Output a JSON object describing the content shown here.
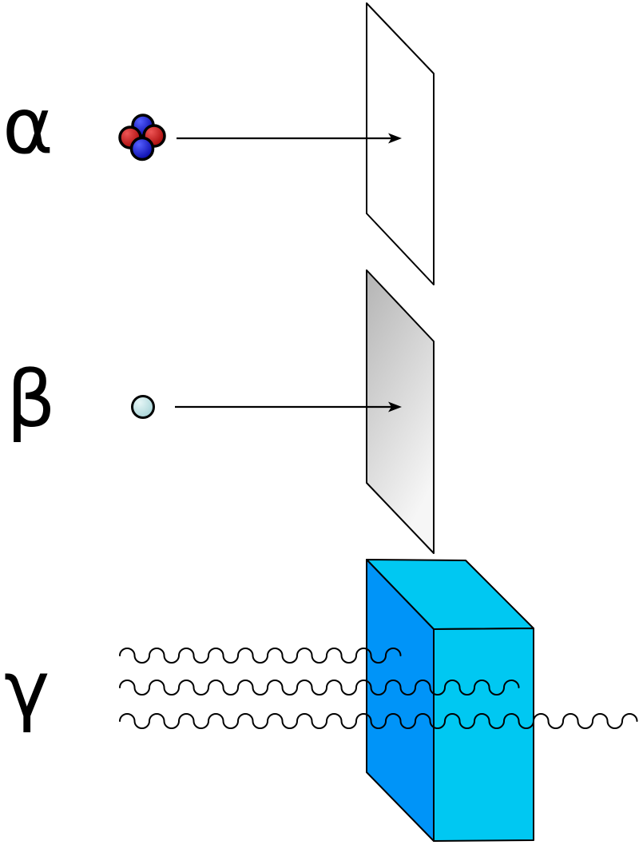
{
  "labels": {
    "alpha": "α",
    "beta": "β",
    "gamma": "γ"
  },
  "colors": {
    "outline": "#000000",
    "paper_sheet_fill": "#ffffff",
    "metal_sheet_dark": "#b4b4b4",
    "metal_sheet_light": "#f6f6f6",
    "block_side": "#0094f8",
    "block_top": "#00c8f2",
    "block_front": "#00c8f2",
    "nucleon_red_light": "#ee5555",
    "nucleon_red_dark": "#a00000",
    "nucleon_blue_light": "#5560ff",
    "nucleon_blue_dark": "#0000a0",
    "beta_particle_light": "#e6f6f6",
    "beta_particle_dark": "#9fcfd3"
  }
}
